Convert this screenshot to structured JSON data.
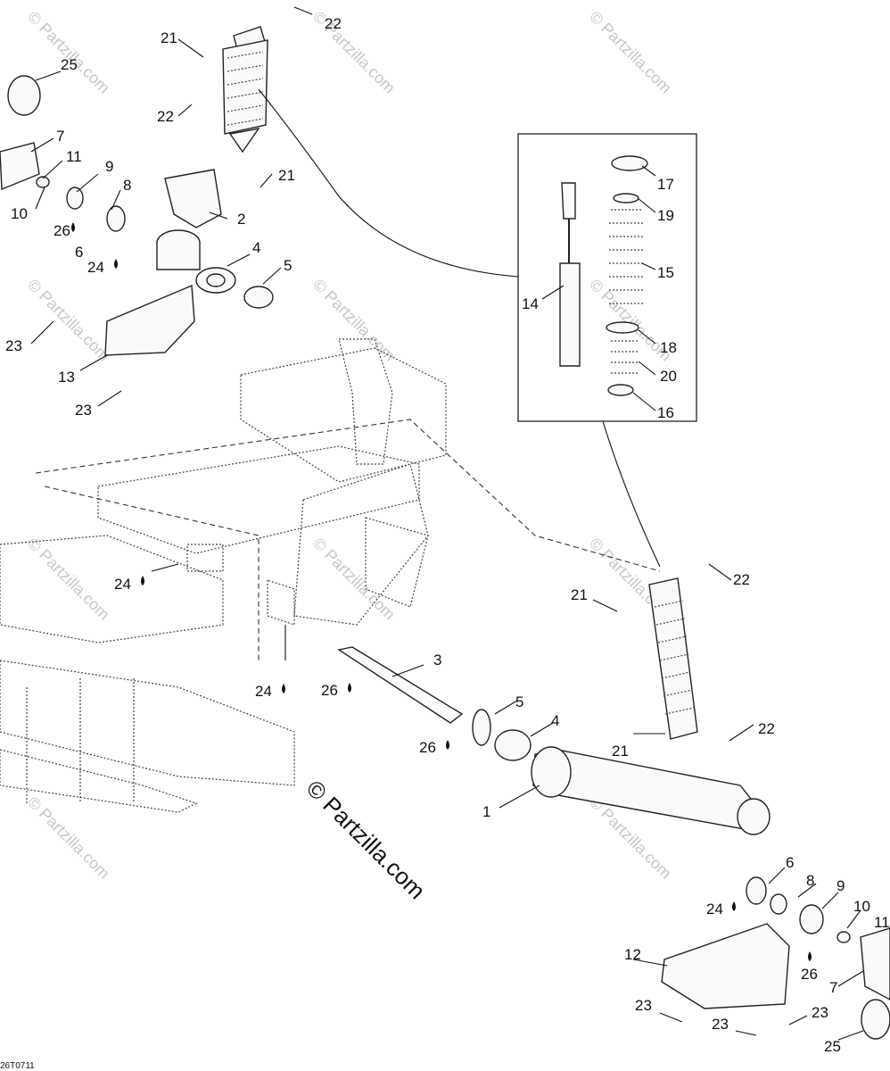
{
  "watermark": "© Partzilla.com",
  "drawing_code": "26T0711",
  "callouts": [
    "21",
    "22",
    "25",
    "7",
    "11",
    "9",
    "10",
    "8",
    "26",
    "6",
    "2",
    "24",
    "4",
    "5",
    "23",
    "13",
    "17",
    "19",
    "15",
    "14",
    "18",
    "20",
    "16",
    "3",
    "1",
    "12"
  ],
  "droplet_icon": "oil-drop-icon"
}
